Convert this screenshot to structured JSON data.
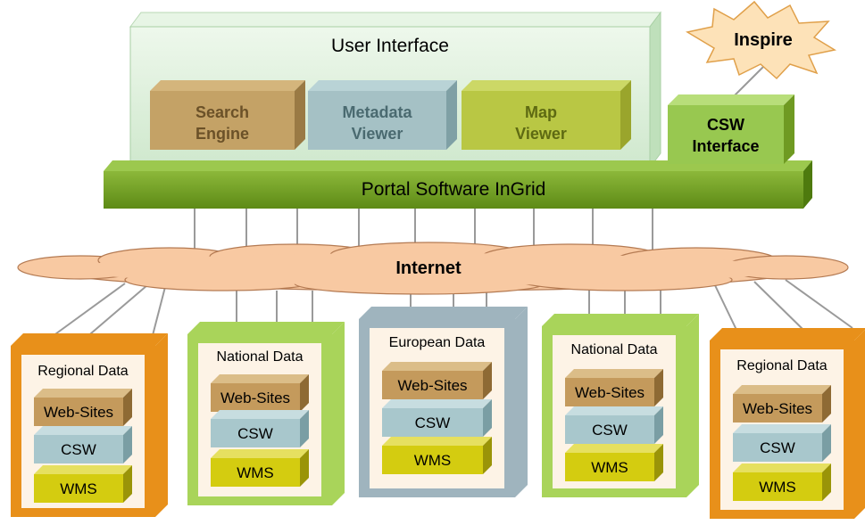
{
  "user_interface": {
    "title": "User Interface",
    "components": [
      {
        "line1": "Search",
        "line2": "Engine"
      },
      {
        "line1": "Metadata",
        "line2": "Viewer"
      },
      {
        "line1": "Map",
        "line2": "Viewer"
      }
    ]
  },
  "inspire": "Inspire",
  "csw_interface": {
    "line1": "CSW",
    "line2": "Interface"
  },
  "portal": "Portal Software InGrid",
  "internet": "Internet",
  "data_nodes": [
    {
      "title": "Regional Data",
      "layers": [
        "Web-Sites",
        "CSW",
        "WMS"
      ],
      "color": "#e8901a"
    },
    {
      "title": "National Data",
      "layers": [
        "Web-Sites",
        "CSW",
        "WMS"
      ],
      "color": "#a9d45a"
    },
    {
      "title": "European Data",
      "layers": [
        "Web-Sites",
        "CSW",
        "WMS"
      ],
      "color": "#9fb4be"
    },
    {
      "title": "National Data",
      "layers": [
        "Web-Sites",
        "CSW",
        "WMS"
      ],
      "color": "#a9d45a"
    },
    {
      "title": "Regional Data",
      "layers": [
        "Web-Sites",
        "CSW",
        "WMS"
      ],
      "color": "#e8901a"
    }
  ],
  "colors": {
    "portal_green": "#6e9a1e",
    "ui_panel": "#dff1dd",
    "internet_fill": "#f8c9a2",
    "web_sites": "#c49a5c",
    "csw": "#a8c7cc",
    "wms": "#d4cc10",
    "line": "#9a9a9a"
  }
}
